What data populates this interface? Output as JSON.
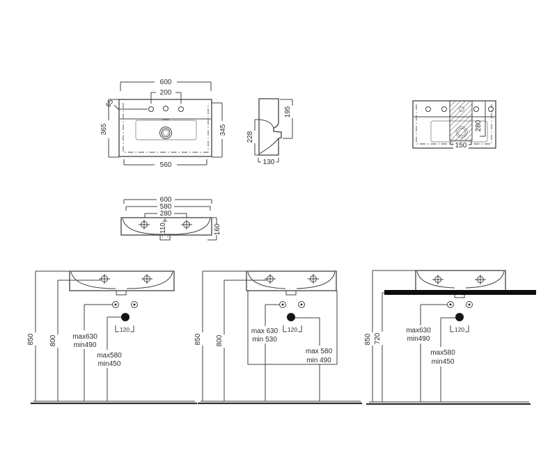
{
  "d": {
    "plan": {
      "w600": "600",
      "s200": "200",
      "off65": "65",
      "d365": "365",
      "d345": "345",
      "w560": "560"
    },
    "side": {
      "h228": "228",
      "h195": "195",
      "w130": "130"
    },
    "hatch": {
      "w150": "150",
      "d280": "280"
    },
    "front": {
      "w600": "600",
      "w580": "580",
      "s280": "280",
      "v110": "110",
      "h160": "160"
    },
    "i1": {
      "h850": "850",
      "h800": "800",
      "smax": "max630",
      "smin": "min490",
      "dmax": "max580",
      "dmin": "min450",
      "s120": "120"
    },
    "i2": {
      "h850": "850",
      "h800": "800",
      "smax": "max 630",
      "smin": "min 530",
      "dmax": "max 580",
      "dmin": "min 490",
      "s120": "120"
    },
    "i3": {
      "h850": "850",
      "h720": "720",
      "smax": "max630",
      "smin": "min490",
      "dmax": "max580",
      "dmin": "min450",
      "s120": "120"
    }
  }
}
